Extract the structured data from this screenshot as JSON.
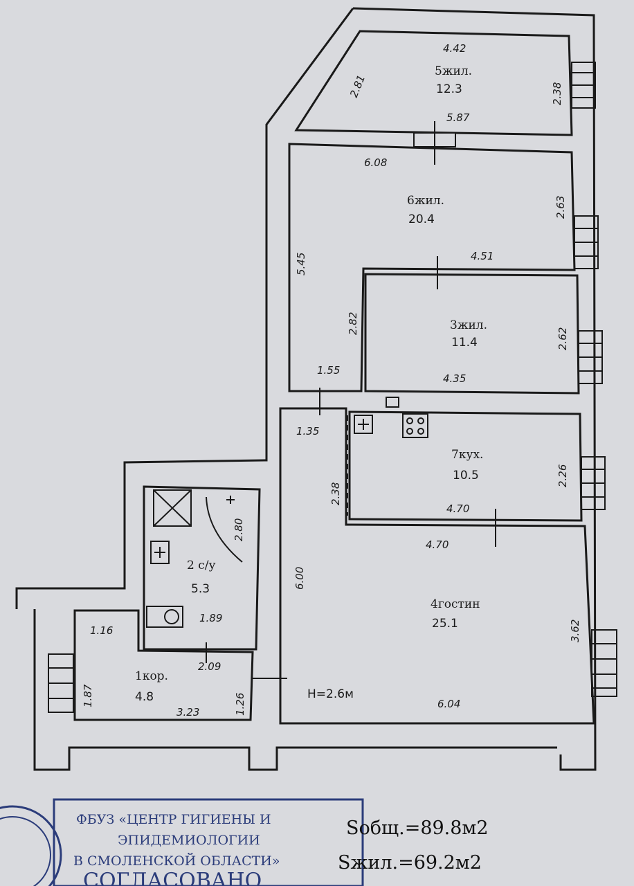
{
  "rooms": {
    "r5": {
      "name": "5жил.",
      "area": "12.3",
      "dims": [
        "4.42",
        "2.81",
        "2.38",
        "5.87"
      ]
    },
    "r6": {
      "name": "6жил.",
      "area": "20.4",
      "dims": [
        "6.08",
        "2.63",
        "5.45",
        "4.51"
      ]
    },
    "r3": {
      "name": "3жил.",
      "area": "11.4",
      "dims": [
        "2.82",
        "2.62",
        "4.35"
      ]
    },
    "r7": {
      "name": "7кух.",
      "area": "10.5",
      "dims": [
        "2.38",
        "2.26",
        "4.70"
      ]
    },
    "r2": {
      "name": "2 с/у",
      "area": "5.3",
      "dims": [
        "2.80",
        "1.89",
        "2.09"
      ]
    },
    "r4": {
      "name": "4гостин",
      "area": "25.1",
      "dims": [
        "4.70",
        "6.00",
        "3.62",
        "6.04"
      ]
    },
    "r1": {
      "name": "1кор.",
      "area": "4.8",
      "dims": [
        "1.16",
        "1.87",
        "3.23",
        "1.26"
      ]
    },
    "extra_dims": [
      "1.55",
      "1.35"
    ]
  },
  "ceiling_height": "H=2.6м",
  "totals": {
    "total_area": "Sобщ.=89.8м2",
    "living_area": "Sжил.=69.2м2"
  },
  "stamp": {
    "line1": "ФБУЗ «ЦЕНТР ГИГИЕНЫ И",
    "line2": "ЭПИДЕМИОЛОГИИ",
    "line3": "В СМОЛЕНСКОЙ ОБЛАСТИ»",
    "line4": "СОГЛАСОВАНО"
  },
  "colors": {
    "paper": "#d9dade",
    "ink": "#1a1a1a",
    "stamp": "#2b3c7a"
  }
}
